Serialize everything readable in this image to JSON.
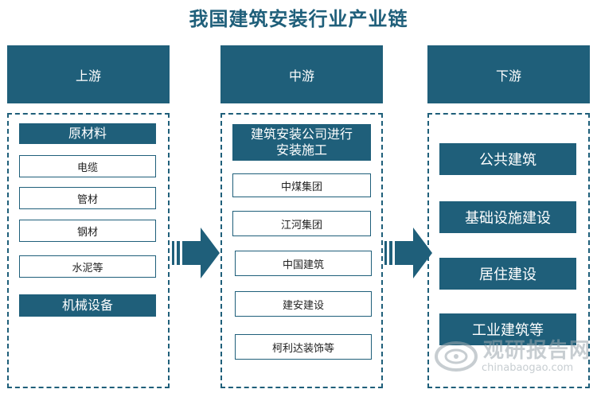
{
  "title": "我国建筑安装行业产业链",
  "upstream": {
    "header": "上游",
    "raw_materials_label": "原材料",
    "items": [
      "电缆",
      "管材",
      "钢材",
      "水泥等"
    ],
    "machinery_label": "机械设备"
  },
  "midstream": {
    "header": "中游",
    "main_label": "建筑安装公司进行安装施工",
    "main_label_line1": "建筑安装公司进行",
    "main_label_line2": "安装施工",
    "companies": [
      "中煤集团",
      "江河集团",
      "中国建筑",
      "建安建设",
      "柯利达装饰等"
    ]
  },
  "downstream": {
    "header": "下游",
    "items": [
      "公共建筑",
      "基础设施建设",
      "居住建设",
      "工业建筑等"
    ]
  },
  "watermark": {
    "text": "观研报告网",
    "url": "chinabaogao.com"
  },
  "colors": {
    "primary": "#1f5f7a"
  }
}
